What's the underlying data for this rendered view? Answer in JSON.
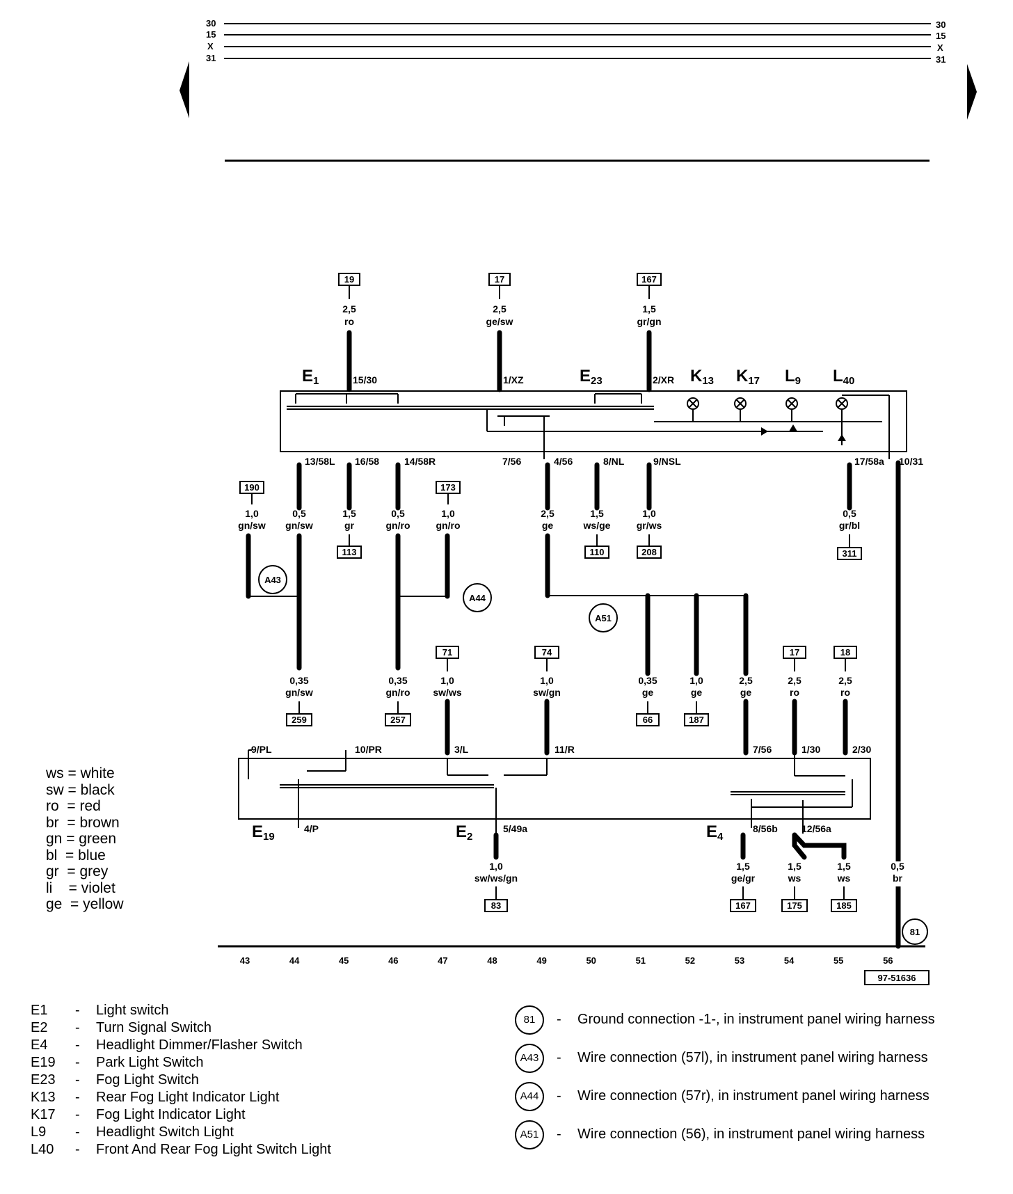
{
  "bus_lines": [
    "30",
    "15",
    "X",
    "31"
  ],
  "components": {
    "E1": {
      "main": "E",
      "sub": "1"
    },
    "E23": {
      "main": "E",
      "sub": "23"
    },
    "K13": {
      "main": "K",
      "sub": "13"
    },
    "K17": {
      "main": "K",
      "sub": "17"
    },
    "L9": {
      "main": "L",
      "sub": "9"
    },
    "L40": {
      "main": "L",
      "sub": "40"
    },
    "E19": {
      "main": "E",
      "sub": "19"
    },
    "E2": {
      "main": "E",
      "sub": "2"
    },
    "E4": {
      "main": "E",
      "sub": "4"
    }
  },
  "top_refs": {
    "w19": {
      "ref": "19",
      "size": "2,5",
      "color": "ro",
      "terminal": "15/30"
    },
    "w17": {
      "ref": "17",
      "size": "2,5",
      "color": "ge/sw",
      "terminal": "1/XZ"
    },
    "w167": {
      "ref": "167",
      "size": "1,5",
      "color": "gr/gn",
      "terminal": "2/XR"
    }
  },
  "switch_terminals": {
    "t13": "13/58L",
    "t16": "16/58",
    "t14": "14/58R",
    "t7": "7/56",
    "t4": "4/56",
    "t8": "8/NL",
    "t9": "9/NSL",
    "t17": "17/58a",
    "t10": "10/31"
  },
  "mid_wires": {
    "w190": {
      "ref": "190",
      "size": "1,0",
      "color": "gn/sw"
    },
    "w05a": {
      "size": "0,5",
      "color": "gn/sw"
    },
    "w15gr": {
      "size": "1,5",
      "color": "gr",
      "ref": "113"
    },
    "w05b": {
      "size": "0,5",
      "color": "gn/ro"
    },
    "w173": {
      "ref": "173",
      "size": "1,0",
      "color": "gn/ro"
    },
    "w25ge": {
      "size": "2,5",
      "color": "ge"
    },
    "w15ws": {
      "size": "1,5",
      "color": "ws/ge",
      "ref": "110"
    },
    "w10gr": {
      "size": "1,0",
      "color": "gr/ws",
      "ref": "208"
    },
    "w05gr": {
      "size": "0,5",
      "color": "gr/bl",
      "ref": "311"
    }
  },
  "connections": {
    "A43": "A43",
    "A44": "A44",
    "A51": "A51",
    "81": "81"
  },
  "lower_wires": {
    "w259": {
      "size": "0,35",
      "color": "gn/sw",
      "ref": "259"
    },
    "w257": {
      "size": "0,35",
      "color": "gn/ro",
      "ref": "257"
    },
    "w71": {
      "ref": "71",
      "size": "1,0",
      "color": "sw/ws"
    },
    "w74": {
      "ref": "74",
      "size": "1,0",
      "color": "sw/gn"
    },
    "w66": {
      "size": "0,35",
      "color": "ge",
      "ref": "66"
    },
    "w187": {
      "size": "1,0",
      "color": "ge",
      "ref": "187"
    },
    "w25ge2": {
      "size": "2,5",
      "color": "ge"
    },
    "w17ro": {
      "ref": "17",
      "size": "2,5",
      "color": "ro"
    },
    "w18ro": {
      "ref": "18",
      "size": "2,5",
      "color": "ro"
    }
  },
  "lower_terminals": {
    "t9pl": "9/PL",
    "t10pr": "10/PR",
    "t3l": "3/L",
    "t11r": "11/R",
    "t756": "7/56",
    "t130": "1/30",
    "t230": "2/30",
    "t4p": "4/P",
    "t549a": "5/49a",
    "t856b": "8/56b",
    "t1256a": "12/56a"
  },
  "bottom_wires": {
    "w83": {
      "size": "1,0",
      "color": "sw/ws/gn",
      "ref": "83"
    },
    "w167b": {
      "size": "1,5",
      "color": "ge/gr",
      "ref": "167"
    },
    "w175": {
      "size": "1,5",
      "color": "ws",
      "ref": "175"
    },
    "w185": {
      "size": "1,5",
      "color": "ws",
      "ref": "185"
    },
    "wbr": {
      "size": "0,5",
      "color": "br"
    }
  },
  "track_numbers": [
    "43",
    "44",
    "45",
    "46",
    "47",
    "48",
    "49",
    "50",
    "51",
    "52",
    "53",
    "54",
    "55",
    "56"
  ],
  "doc_code": "97-51636",
  "color_legend": [
    {
      "abbr": "ws",
      "name": "white"
    },
    {
      "abbr": "sw",
      "name": "black"
    },
    {
      "abbr": "ro",
      "name": "red"
    },
    {
      "abbr": "br",
      "name": "brown"
    },
    {
      "abbr": "gn",
      "name": "green"
    },
    {
      "abbr": "bl",
      "name": "blue"
    },
    {
      "abbr": "gr",
      "name": "grey"
    },
    {
      "abbr": "li",
      "name": "violet"
    },
    {
      "abbr": "ge",
      "name": "yellow"
    }
  ],
  "parts_legend": [
    {
      "code": "E1",
      "desc": "Light switch"
    },
    {
      "code": "E2",
      "desc": "Turn Signal Switch"
    },
    {
      "code": "E4",
      "desc": "Headlight Dimmer/Flasher Switch"
    },
    {
      "code": "E19",
      "desc": "Park Light Switch"
    },
    {
      "code": "E23",
      "desc": "Fog Light Switch"
    },
    {
      "code": "K13",
      "desc": "Rear Fog Light Indicator Light"
    },
    {
      "code": "K17",
      "desc": "Fog Light Indicator Light"
    },
    {
      "code": "L9",
      "desc": "Headlight Switch Light"
    },
    {
      "code": "L40",
      "desc": "Front And Rear Fog Light Switch Light"
    }
  ],
  "connection_legend": [
    {
      "id": "81",
      "desc": "Ground connection -1-, in instrument panel wiring harness"
    },
    {
      "id": "A43",
      "desc": "Wire connection (57l), in instrument panel wiring harness"
    },
    {
      "id": "A44",
      "desc": "Wire connection (57r), in instrument panel wiring harness"
    },
    {
      "id": "A51",
      "desc": "Wire connection (56), in instrument panel wiring harness"
    }
  ]
}
